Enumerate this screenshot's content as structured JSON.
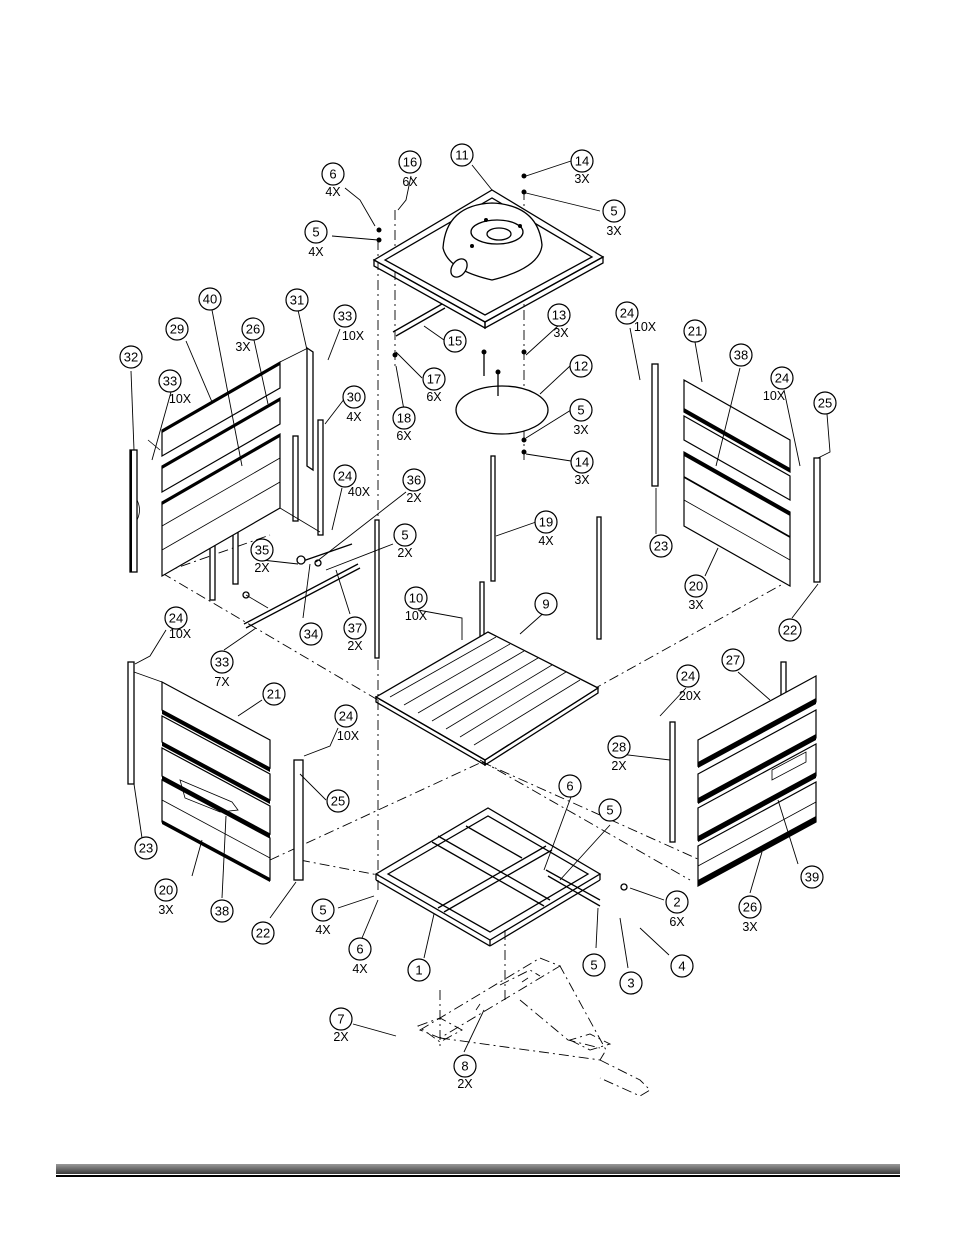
{
  "callouts": [
    {
      "id": "c1",
      "num": "1",
      "qty": ""
    },
    {
      "id": "c2",
      "num": "2",
      "qty": "6X"
    },
    {
      "id": "c3",
      "num": "3",
      "qty": ""
    },
    {
      "id": "c4",
      "num": "4",
      "qty": ""
    },
    {
      "id": "c5a",
      "num": "5",
      "qty": "4X"
    },
    {
      "id": "c5b",
      "num": "5",
      "qty": "3X"
    },
    {
      "id": "c5c",
      "num": "5",
      "qty": "3X"
    },
    {
      "id": "c5d",
      "num": "5",
      "qty": "2X"
    },
    {
      "id": "c5e",
      "num": "5",
      "qty": ""
    },
    {
      "id": "c5f",
      "num": "5",
      "qty": "4X"
    },
    {
      "id": "c5g",
      "num": "5",
      "qty": ""
    },
    {
      "id": "c6a",
      "num": "6",
      "qty": "4X"
    },
    {
      "id": "c6b",
      "num": "6",
      "qty": ""
    },
    {
      "id": "c6c",
      "num": "6",
      "qty": "4X"
    },
    {
      "id": "c7",
      "num": "7",
      "qty": "2X"
    },
    {
      "id": "c8",
      "num": "8",
      "qty": "2X"
    },
    {
      "id": "c9",
      "num": "9",
      "qty": ""
    },
    {
      "id": "c10",
      "num": "10",
      "qty": "10X"
    },
    {
      "id": "c11",
      "num": "11",
      "qty": ""
    },
    {
      "id": "c12",
      "num": "12",
      "qty": ""
    },
    {
      "id": "c13",
      "num": "13",
      "qty": "3X"
    },
    {
      "id": "c14a",
      "num": "14",
      "qty": "3X"
    },
    {
      "id": "c14b",
      "num": "14",
      "qty": "3X"
    },
    {
      "id": "c15",
      "num": "15",
      "qty": ""
    },
    {
      "id": "c16",
      "num": "16",
      "qty": "6X"
    },
    {
      "id": "c17",
      "num": "17",
      "qty": "6X"
    },
    {
      "id": "c18",
      "num": "18",
      "qty": "6X"
    },
    {
      "id": "c19",
      "num": "19",
      "qty": "4X"
    },
    {
      "id": "c20a",
      "num": "20",
      "qty": "3X"
    },
    {
      "id": "c20b",
      "num": "20",
      "qty": "3X"
    },
    {
      "id": "c21a",
      "num": "21",
      "qty": ""
    },
    {
      "id": "c21b",
      "num": "21",
      "qty": ""
    },
    {
      "id": "c22a",
      "num": "22",
      "qty": ""
    },
    {
      "id": "c22b",
      "num": "22",
      "qty": ""
    },
    {
      "id": "c23a",
      "num": "23",
      "qty": ""
    },
    {
      "id": "c23b",
      "num": "23",
      "qty": ""
    },
    {
      "id": "c24a",
      "num": "24",
      "qty": "10X"
    },
    {
      "id": "c24b",
      "num": "24",
      "qty": "10X"
    },
    {
      "id": "c24c",
      "num": "24",
      "qty": "40X"
    },
    {
      "id": "c24d",
      "num": "24",
      "qty": "10X"
    },
    {
      "id": "c24e",
      "num": "24",
      "qty": "10X"
    },
    {
      "id": "c24f",
      "num": "24",
      "qty": "20X"
    },
    {
      "id": "c25a",
      "num": "25",
      "qty": ""
    },
    {
      "id": "c25b",
      "num": "25",
      "qty": ""
    },
    {
      "id": "c26a",
      "num": "26",
      "qty": "3X"
    },
    {
      "id": "c26b",
      "num": "26",
      "qty": "3X"
    },
    {
      "id": "c27",
      "num": "27",
      "qty": ""
    },
    {
      "id": "c28",
      "num": "28",
      "qty": "2X"
    },
    {
      "id": "c29",
      "num": "29",
      "qty": ""
    },
    {
      "id": "c30",
      "num": "30",
      "qty": "4X"
    },
    {
      "id": "c31",
      "num": "31",
      "qty": ""
    },
    {
      "id": "c32",
      "num": "32",
      "qty": ""
    },
    {
      "id": "c33a",
      "num": "33",
      "qty": "10X"
    },
    {
      "id": "c33b",
      "num": "33",
      "qty": "10X"
    },
    {
      "id": "c33c",
      "num": "33",
      "qty": "7X"
    },
    {
      "id": "c34",
      "num": "34",
      "qty": ""
    },
    {
      "id": "c35",
      "num": "35",
      "qty": "2X"
    },
    {
      "id": "c36",
      "num": "36",
      "qty": "2X"
    },
    {
      "id": "c37",
      "num": "37",
      "qty": "2X"
    },
    {
      "id": "c38a",
      "num": "38",
      "qty": ""
    },
    {
      "id": "c38b",
      "num": "38",
      "qty": ""
    },
    {
      "id": "c39",
      "num": "39",
      "qty": ""
    },
    {
      "id": "c40",
      "num": "40",
      "qty": ""
    }
  ]
}
